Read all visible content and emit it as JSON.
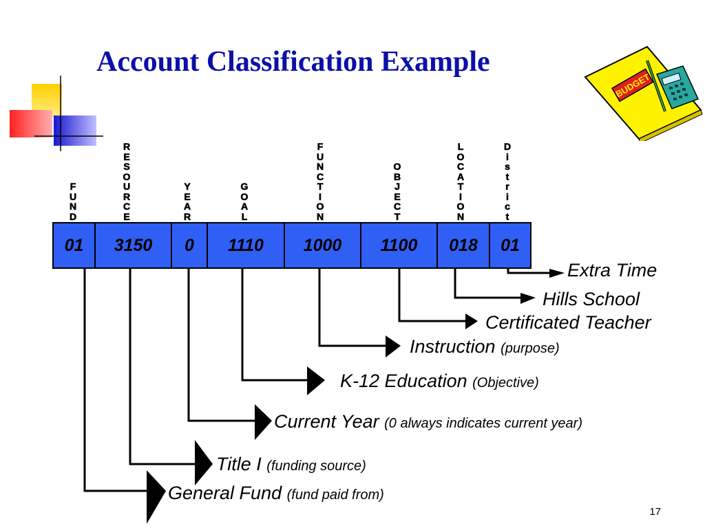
{
  "slide": {
    "title": "Account Classification Example",
    "page_number": "17",
    "budget_stamp": "BUDGET"
  },
  "segments": [
    {
      "label": "FUND",
      "code": "01",
      "description": "General Fund",
      "note": "(fund paid from)"
    },
    {
      "label": "RESOURCE",
      "code": "3150",
      "description": "Title I",
      "note": "(funding source)"
    },
    {
      "label": "YEAR",
      "code": "0",
      "description": "Current Year",
      "note": "(0 always indicates current year)"
    },
    {
      "label": "GOAL",
      "code": "1110",
      "description": "K-12 Education",
      "note": "(Objective)"
    },
    {
      "label": "FUNCTION",
      "code": "1000",
      "description": "Instruction",
      "note": "(purpose)"
    },
    {
      "label": "OBJECT",
      "code": "1100",
      "description": "Certificated Teacher",
      "note": ""
    },
    {
      "label": "LOCATION",
      "code": "018",
      "description": "Hills School",
      "note": ""
    },
    {
      "label": "District",
      "code": "01",
      "description": "Extra Time",
      "note": ""
    }
  ],
  "colors": {
    "title": "#0b10a8",
    "code_bar": "#2f5ff5",
    "deco_yellow": "#ffd000",
    "deco_red": "#ff3030",
    "deco_blue": "#2020d0"
  }
}
